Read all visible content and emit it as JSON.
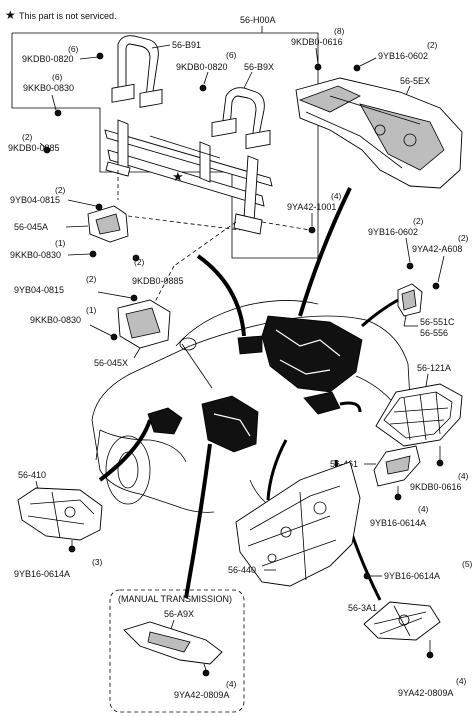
{
  "note": {
    "symbol": "★",
    "text": "This part is not serviced."
  },
  "labels": {
    "h00a": "56-H00A",
    "b91": "56-B91",
    "b9x": "56-B9X",
    "kdb0820_a": {
      "qty": "(6)",
      "code": "9KDB0-0820"
    },
    "kdb0820_b": {
      "qty": "(6)",
      "code": "9KDB0-0820"
    },
    "kkb0830_top": {
      "qty": "(6)",
      "code": "9KKB0-0830"
    },
    "kdb0885_top": {
      "qty": "(2)",
      "code": "9KDB0-0885"
    },
    "kdb0616_top": {
      "qty": "(8)",
      "code": "9KDB0-0616"
    },
    "yb160602_top": {
      "qty": "(2)",
      "code": "9YB16-0602"
    },
    "ex5": "56-5EX",
    "yb040815_a": {
      "qty": "(2)",
      "code": "9YB04-0815"
    },
    "a045": "56-045A",
    "kkb0830_a": {
      "qty": "(1)",
      "code": "9KKB0-0830"
    },
    "ya421001": {
      "qty": "(4)",
      "code": "9YA42-1001"
    },
    "yb160602_mid": {
      "qty": "(2)",
      "code": "9YB16-0602"
    },
    "ya42a608": {
      "qty": "(2)",
      "code": "9YA42-A608"
    },
    "kdb0885_mid": {
      "qty": "(2)",
      "code": "9KDB0-0885"
    },
    "yb040815_b": {
      "qty": "(2)",
      "code": "9YB04-0815"
    },
    "kkb0830_b": {
      "qty": "(1)",
      "code": "9KKB0-0830"
    },
    "x045": "56-045X",
    "c551": "56-551C",
    "n556": "56-556",
    "a121": "56-121A",
    "n461": "56-461",
    "kdb0616_r": {
      "qty": "(4)",
      "code": "9KDB0-0616"
    },
    "yb160614a_r": {
      "qty": "(4)",
      "code": "9YB16-0614A"
    },
    "n410": "56-410",
    "yb160614a_l": {
      "qty": "(3)",
      "code": "9YB16-0614A"
    },
    "n440": "56-440",
    "yb160614a_c": {
      "qty": "(5)",
      "code": "9YB16-0614A"
    },
    "manual": "(MANUAL TRANSMISSION)",
    "a9x": "56-A9X",
    "ya420809a_l": {
      "qty": "(4)",
      "code": "9YA42-0809A"
    },
    "n3a1": "56-3A1",
    "ya420809a_r": {
      "qty": "(4)",
      "code": "9YA42-0809A"
    }
  }
}
